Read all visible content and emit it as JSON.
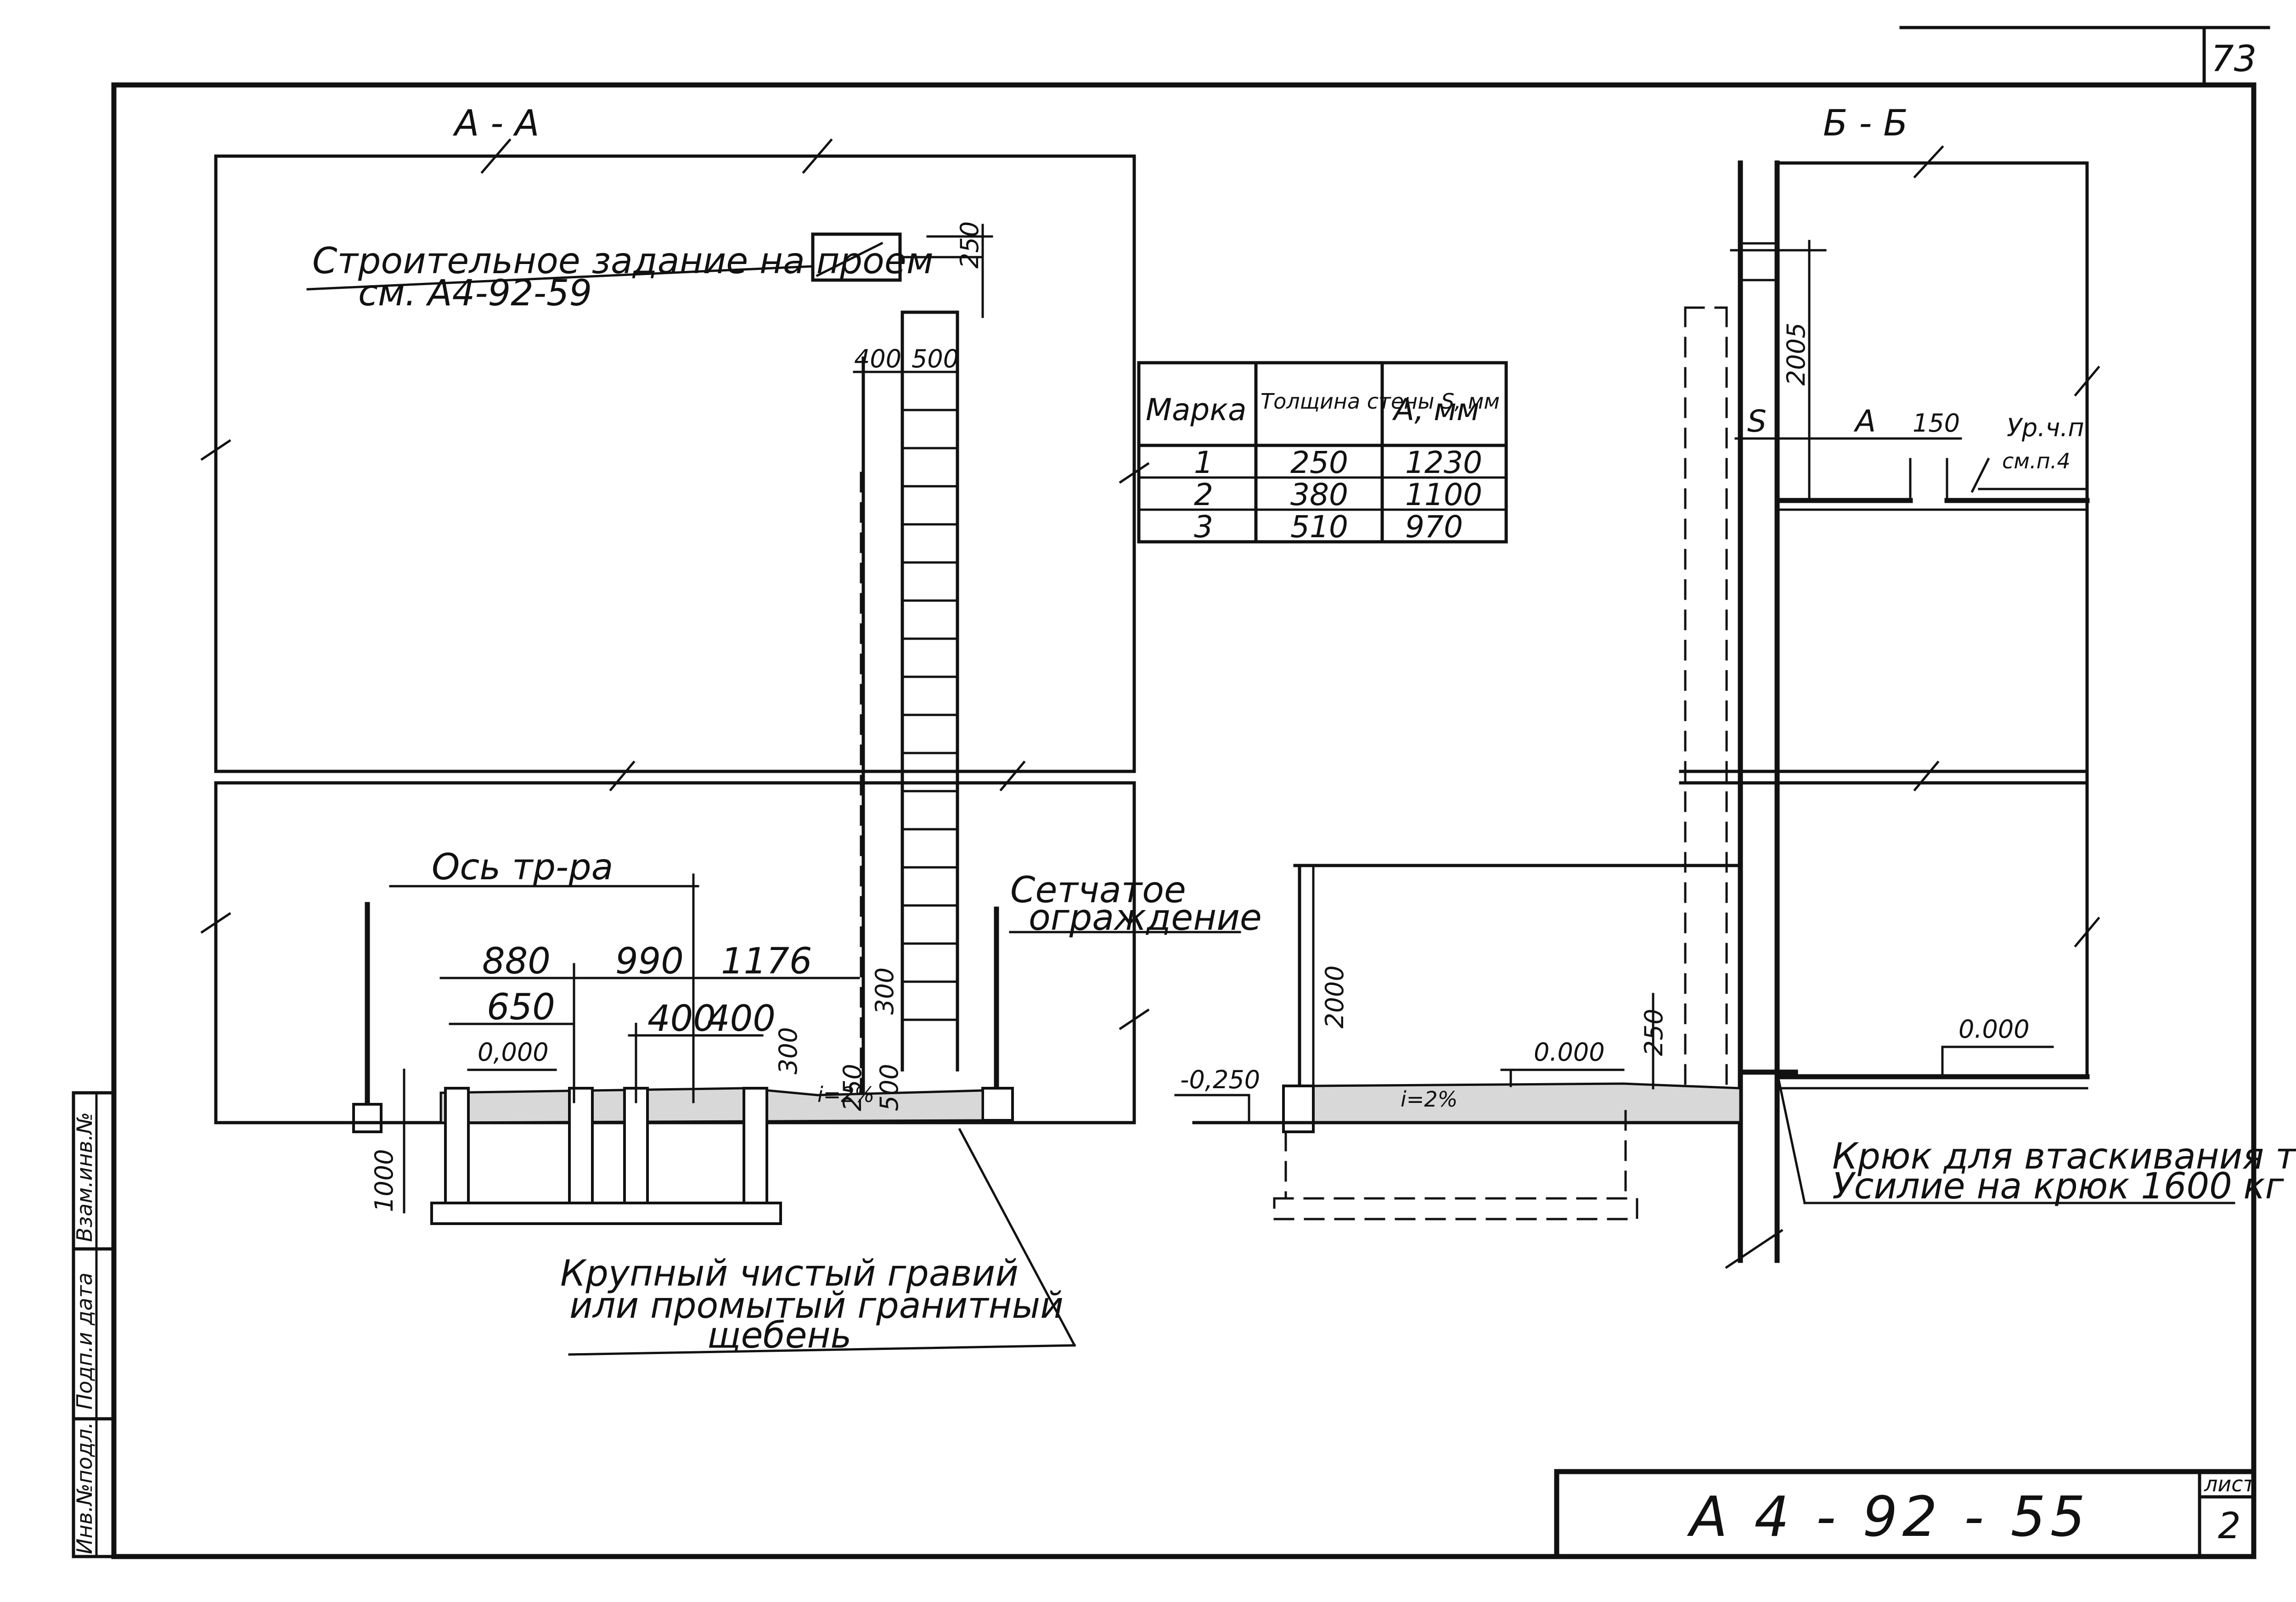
{
  "sheet": {
    "page_number": "73",
    "doc_code": "А 4 - 92 - 55",
    "sheet_label": "лист",
    "sheet_no": "2"
  },
  "side_stamp": [
    "Взам.инв.№",
    "Подп.и дата",
    "Инв.№подл."
  ],
  "section_aa": {
    "title": "А - А",
    "note_line1": "Строительное задание на проем",
    "note_line2": "см. А4-92-59",
    "axis_label": "Ось тр-ра",
    "fence_label_1": "Сетчатое",
    "fence_label_2": "ограждение",
    "gravel_1": "Крупный чистый гравий",
    "gravel_2": "или промытый гранитный",
    "gravel_3": "щебень",
    "dims": {
      "d250_top": "250",
      "d400": "400",
      "d500": "500",
      "d880": "880",
      "d990": "990",
      "d1176": "1176",
      "d650": "650",
      "d400a": "400",
      "d400b": "400",
      "d300": "300",
      "d300b": "300",
      "d250": "250",
      "d500b": "500",
      "d1000": "1000",
      "slope": "i=2%",
      "level": "0,000"
    }
  },
  "table": {
    "headers": [
      "Марка",
      "Толщина стены S, мм",
      "А, мм"
    ],
    "rows": [
      [
        "1",
        "250",
        "1230"
      ],
      [
        "2",
        "380",
        "1100"
      ],
      [
        "3",
        "510",
        "970"
      ]
    ]
  },
  "section_bb": {
    "title": "Б - Б",
    "dims": {
      "d2005": "2005",
      "s": "S",
      "a": "А",
      "d150": "150",
      "d2000": "2000",
      "d250": "250",
      "level_neg": "-0,250",
      "level_0": "0.000",
      "level_0b": "0.000",
      "slope": "i=2%"
    },
    "floor_mark_1": "Ур.ч.п.",
    "floor_mark_2": "см.п.4",
    "hook_1": "Крюк для втаскивания тр-ра",
    "hook_2": "Усилие на крюк 1600 кг"
  }
}
